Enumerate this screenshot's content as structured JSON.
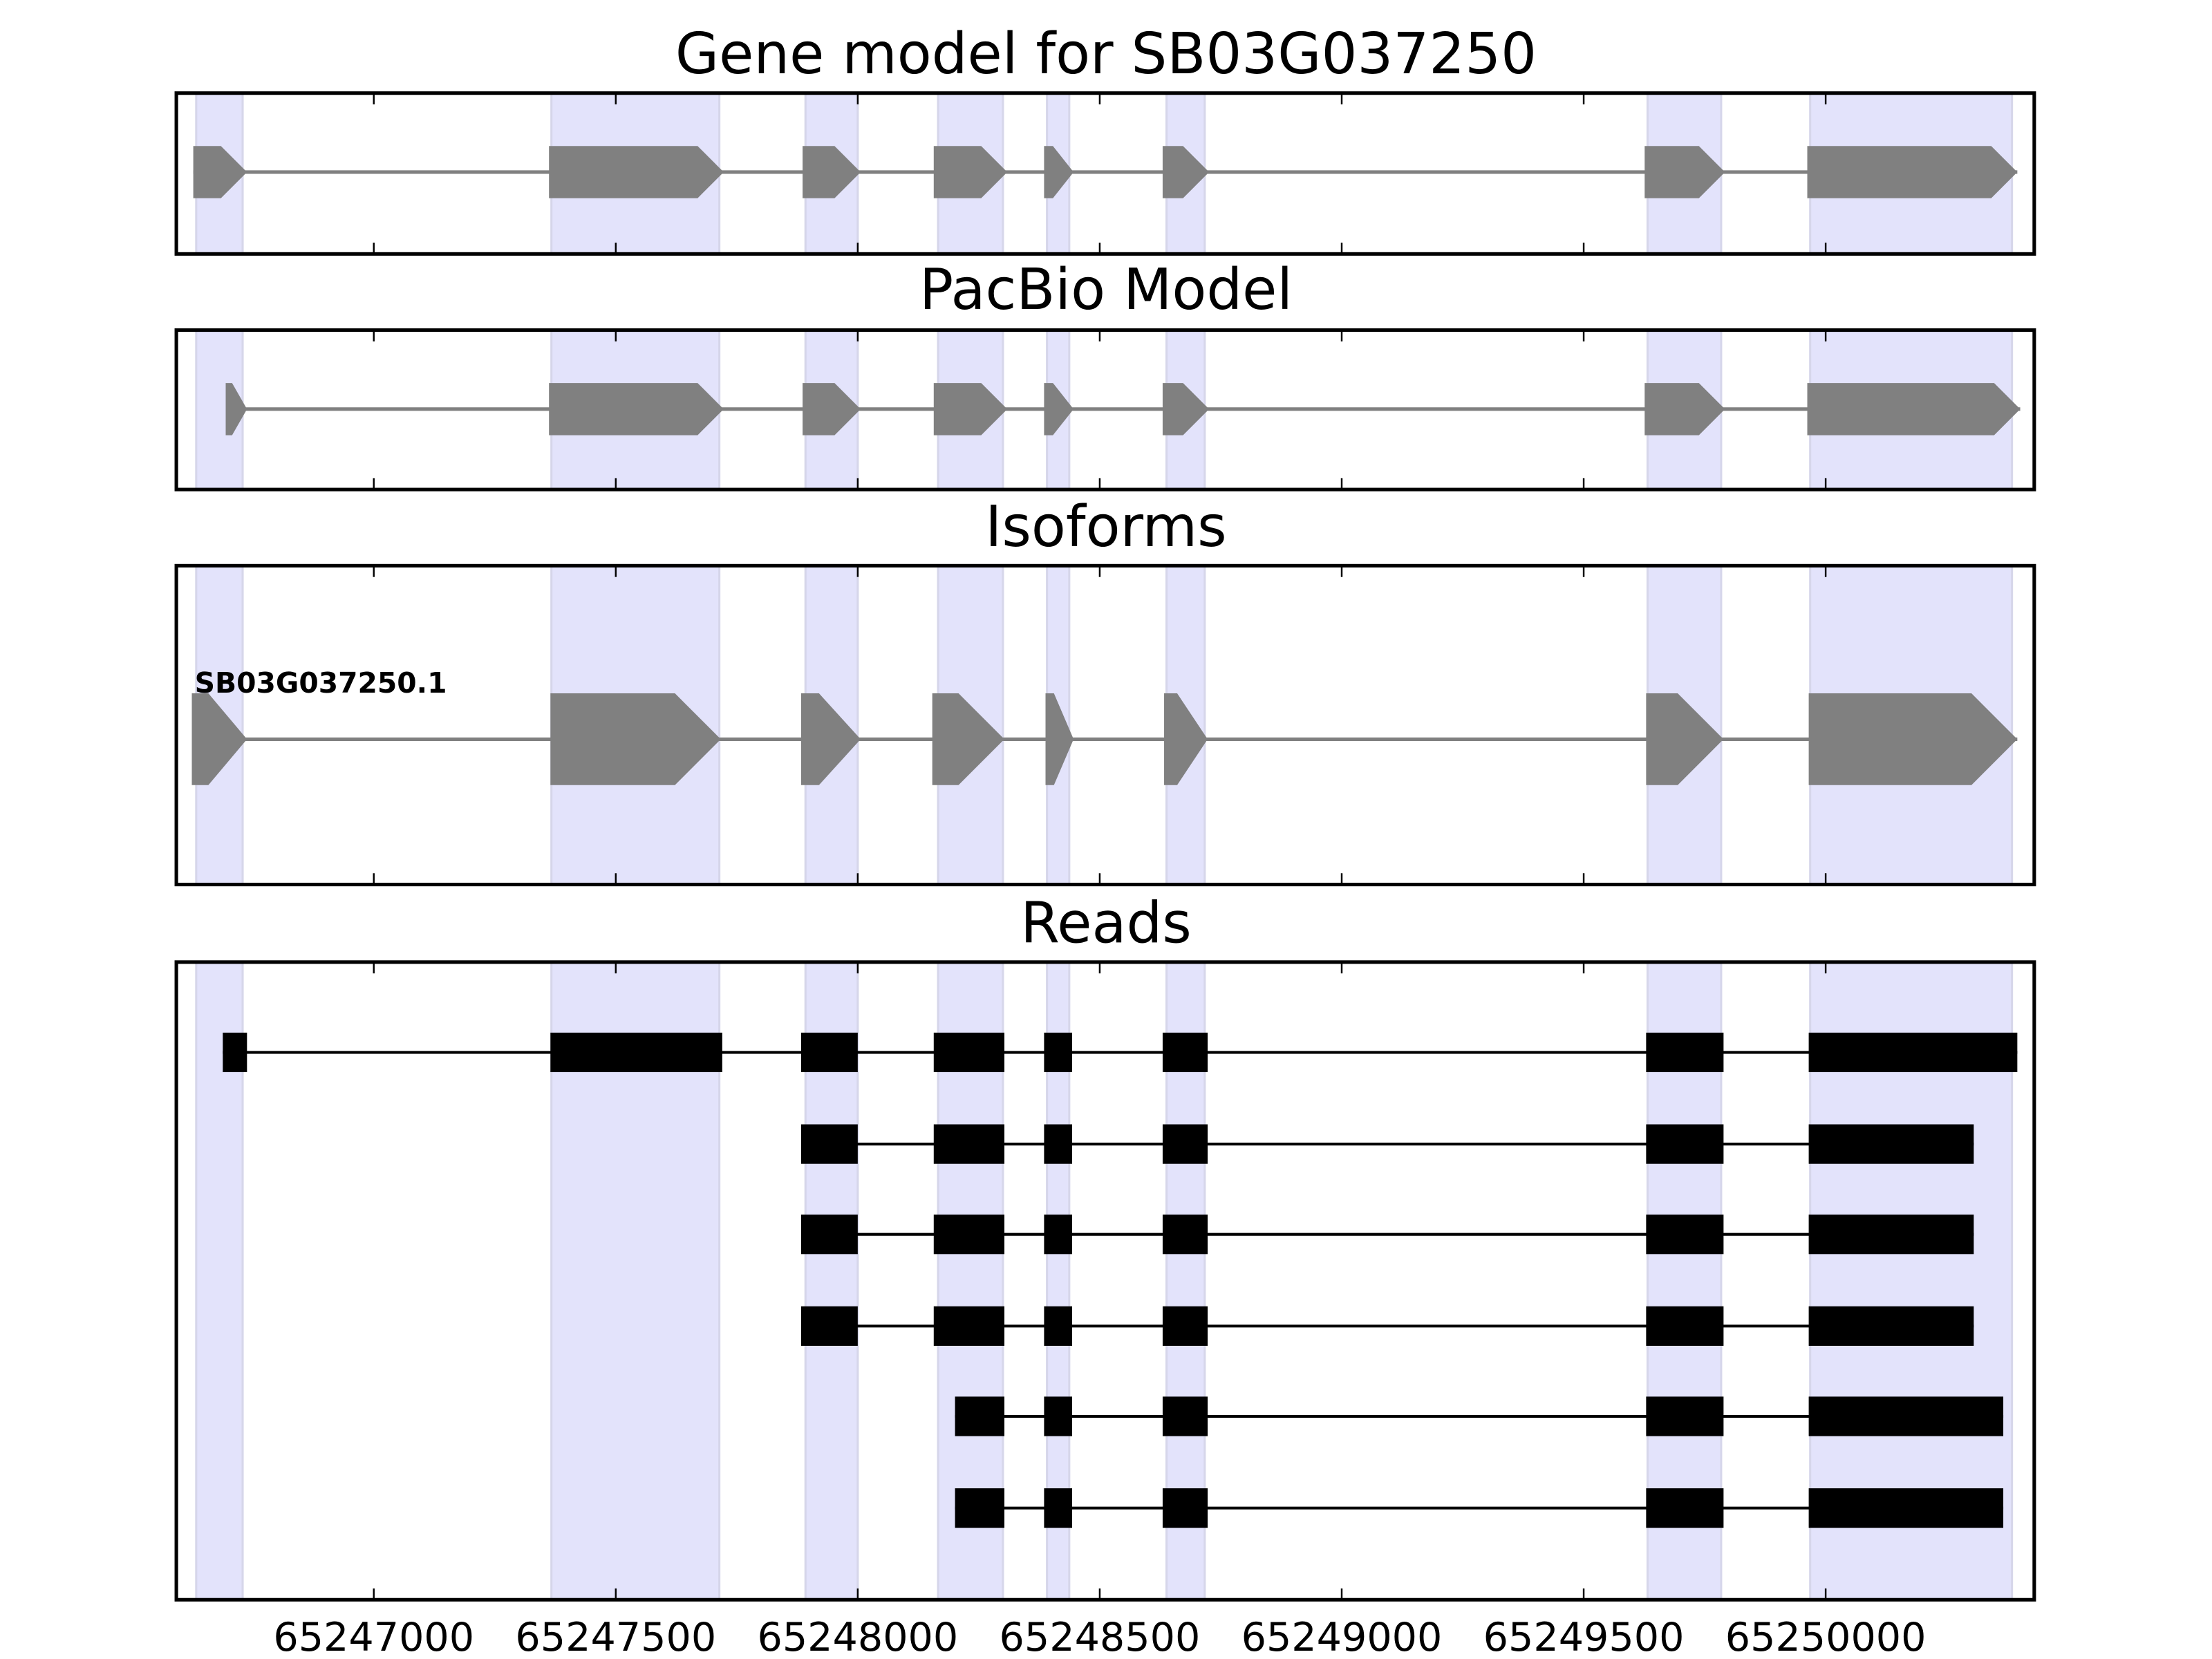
{
  "chart_data": {
    "type": "gene-structure",
    "xlim": [
      65246592,
      65250431
    ],
    "xticks": [
      65247000,
      65247500,
      65248000,
      65248500,
      65249000,
      65249500,
      65250000
    ],
    "xtick_labels": [
      "65247000",
      "65247500",
      "65248000",
      "65248500",
      "65249000",
      "65249500",
      "65250000"
    ],
    "highlight_regions": [
      [
        65246633,
        65246729
      ],
      [
        65247367,
        65247714
      ],
      [
        65247892,
        65248000
      ],
      [
        65248166,
        65248300
      ],
      [
        65248391,
        65248437
      ],
      [
        65248638,
        65248717
      ],
      [
        65249632,
        65249784
      ],
      [
        65249968,
        65250385
      ]
    ],
    "colors": {
      "highlight": "#e3e3fb",
      "model": "#808080",
      "reads": "#000000"
    },
    "panels": [
      {
        "title": "Gene model for SB03G037250",
        "kind": "model",
        "tracks": [
          {
            "label": "",
            "exons": [
              [
                65246627,
                65246738
              ],
              [
                65247362,
                65247723
              ],
              [
                65247886,
                65248006
              ],
              [
                65248157,
                65248309
              ],
              [
                65248385,
                65248446
              ],
              [
                65248630,
                65248726
              ],
              [
                65249626,
                65249792
              ],
              [
                65249962,
                65250396
              ]
            ]
          }
        ]
      },
      {
        "title": "PacBio Model",
        "kind": "model",
        "tracks": [
          {
            "label": "",
            "exons": [
              [
                65246694,
                65246738
              ],
              [
                65247362,
                65247723
              ],
              [
                65247886,
                65248006
              ],
              [
                65248157,
                65248309
              ],
              [
                65248385,
                65248446
              ],
              [
                65248630,
                65248726
              ],
              [
                65249626,
                65249792
              ],
              [
                65249962,
                65250402
              ]
            ]
          }
        ]
      },
      {
        "title": "Isoforms",
        "kind": "model",
        "tracks": [
          {
            "label": "SB03G037250.1",
            "exons": [
              [
                65246624,
                65246738
              ],
              [
                65247365,
                65247717
              ],
              [
                65247883,
                65248006
              ],
              [
                65248154,
                65248303
              ],
              [
                65248388,
                65248446
              ],
              [
                65248633,
                65248723
              ],
              [
                65249629,
                65249789
              ],
              [
                65249965,
                65250396
              ]
            ]
          }
        ]
      },
      {
        "title": "Reads",
        "kind": "reads",
        "tracks": [
          {
            "label": "",
            "exons": [
              [
                65246688,
                65246738
              ],
              [
                65247365,
                65247720
              ],
              [
                65247883,
                65248000
              ],
              [
                65248157,
                65248303
              ],
              [
                65248385,
                65248443
              ],
              [
                65248630,
                65248723
              ],
              [
                65249629,
                65249789
              ],
              [
                65249965,
                65250396
              ]
            ]
          },
          {
            "label": "",
            "exons": [
              [
                65247883,
                65248000
              ],
              [
                65248157,
                65248303
              ],
              [
                65248385,
                65248443
              ],
              [
                65248630,
                65248723
              ],
              [
                65249629,
                65249789
              ],
              [
                65249965,
                65250306
              ]
            ]
          },
          {
            "label": "",
            "exons": [
              [
                65247883,
                65248000
              ],
              [
                65248157,
                65248303
              ],
              [
                65248385,
                65248443
              ],
              [
                65248630,
                65248723
              ],
              [
                65249629,
                65249789
              ],
              [
                65249965,
                65250306
              ]
            ]
          },
          {
            "label": "",
            "exons": [
              [
                65247883,
                65248000
              ],
              [
                65248157,
                65248303
              ],
              [
                65248385,
                65248443
              ],
              [
                65248630,
                65248723
              ],
              [
                65249629,
                65249789
              ],
              [
                65249965,
                65250306
              ]
            ]
          },
          {
            "label": "",
            "exons": [
              [
                65248201,
                65248303
              ],
              [
                65248385,
                65248443
              ],
              [
                65248630,
                65248723
              ],
              [
                65249629,
                65249789
              ],
              [
                65249965,
                65250367
              ]
            ]
          },
          {
            "label": "",
            "exons": [
              [
                65248201,
                65248303
              ],
              [
                65248385,
                65248443
              ],
              [
                65248630,
                65248723
              ],
              [
                65249629,
                65249789
              ],
              [
                65249965,
                65250367
              ]
            ]
          }
        ]
      }
    ]
  }
}
